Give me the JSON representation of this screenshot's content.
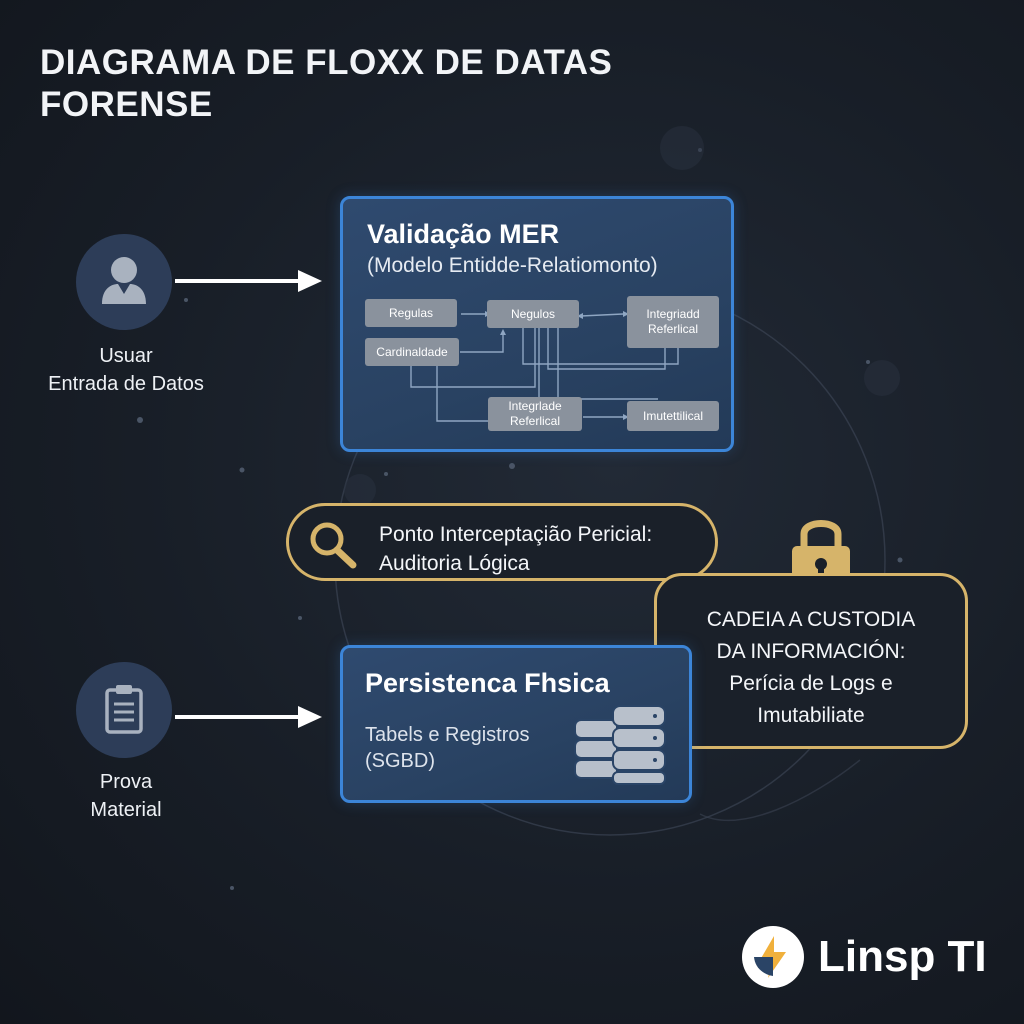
{
  "title": {
    "line1": "DIAGRAMA DE FLOXX DE DATAS",
    "line2": "FORENSE"
  },
  "actors": {
    "user": {
      "line1": "Usuar",
      "line2": "Entrada de Datos",
      "icon": "user-icon"
    },
    "evidence": {
      "line1": "Prova",
      "line2": "Material",
      "icon": "clipboard-icon"
    }
  },
  "validation": {
    "title": "Validação MER",
    "subtitle": "(Modelo Entidde-Relatiomonto)",
    "nodes": {
      "regulas": "Regulas",
      "negulos": "Negulos",
      "integridad_top_1": "Integriadd",
      "integridad_top_2": "Referlical",
      "cardinalidade": "Cardinaldade",
      "integridade_bottom_1": "Integrlade",
      "integridade_bottom_2": "Referlical",
      "imutabilidade": "Imutettilical"
    }
  },
  "intercept": {
    "line1": "Ponto Interceptaçião Pericial:",
    "line2": "Auditoria Lógica",
    "icon": "magnifier-icon"
  },
  "custody": {
    "line1": "CADEIA A CUSTODIA",
    "line2": "DA INFORMACIÓN:",
    "line3": "Perícia de Logs e",
    "line4": "Imutabiliate",
    "icon": "padlock-icon"
  },
  "persistence": {
    "title": "Persistenca Fhsica",
    "subtitle_line1": "Tabels e Registros",
    "subtitle_line2": "(SGBD)",
    "icon": "database-icon"
  },
  "logo": {
    "text": "Linsp TI",
    "icon": "linsp-logo-icon"
  },
  "colors": {
    "background": "#181e27",
    "panel_fill": "#2a4466",
    "panel_border": "#3c85d8",
    "gold": "#d6b46a",
    "actor_circle": "#2d3d58",
    "mini_node": "#8a929d"
  }
}
